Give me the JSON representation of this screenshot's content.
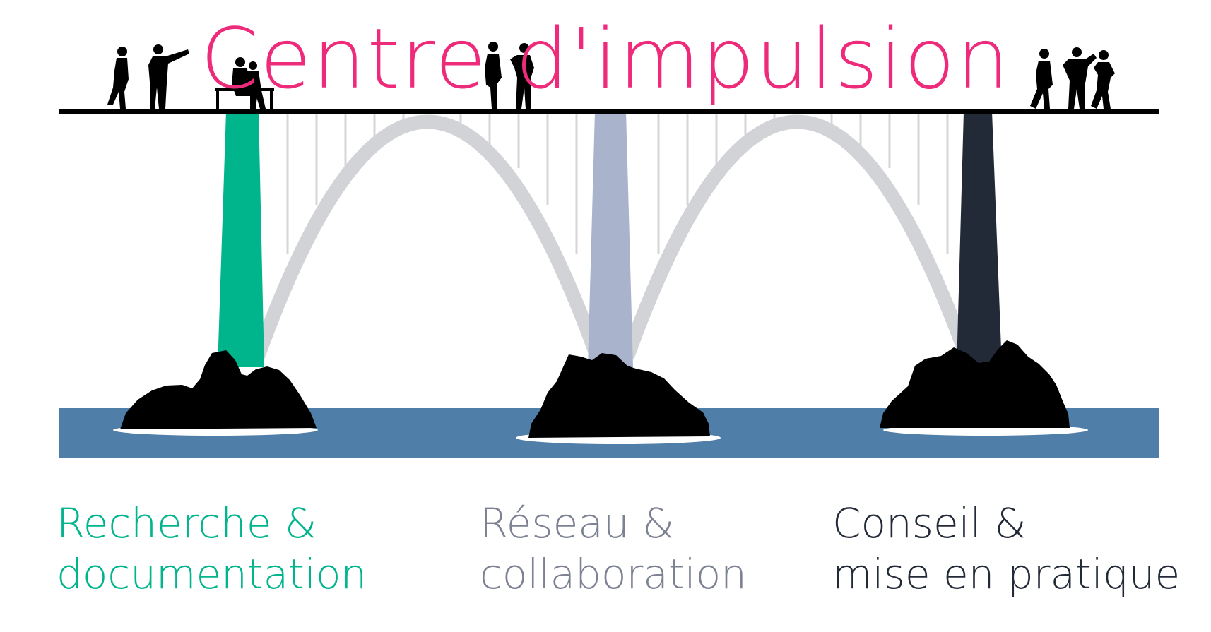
{
  "title": "Centre d'impulsion",
  "pillars": [
    {
      "id": "research",
      "color": "#00b48c",
      "line1": "Recherche &",
      "line2": "documentation"
    },
    {
      "id": "network",
      "color": "#a9b3cc",
      "line1": "Réseau &",
      "line2": "collaboration",
      "text_color": "#7d8293"
    },
    {
      "id": "advice",
      "color": "#232a37",
      "line1": "Conseil &",
      "line2": "mise en pratique"
    }
  ],
  "colors": {
    "title": "#ee2a7b",
    "deck": "#000000",
    "arch": "#d1d3d6",
    "hanger": "#d6d6d8",
    "water": "#4f7ea8",
    "rock": "#000000",
    "silhouette": "#000000"
  },
  "icons": [
    "person-silhouette-icon",
    "bench-icon",
    "rock-icon"
  ]
}
